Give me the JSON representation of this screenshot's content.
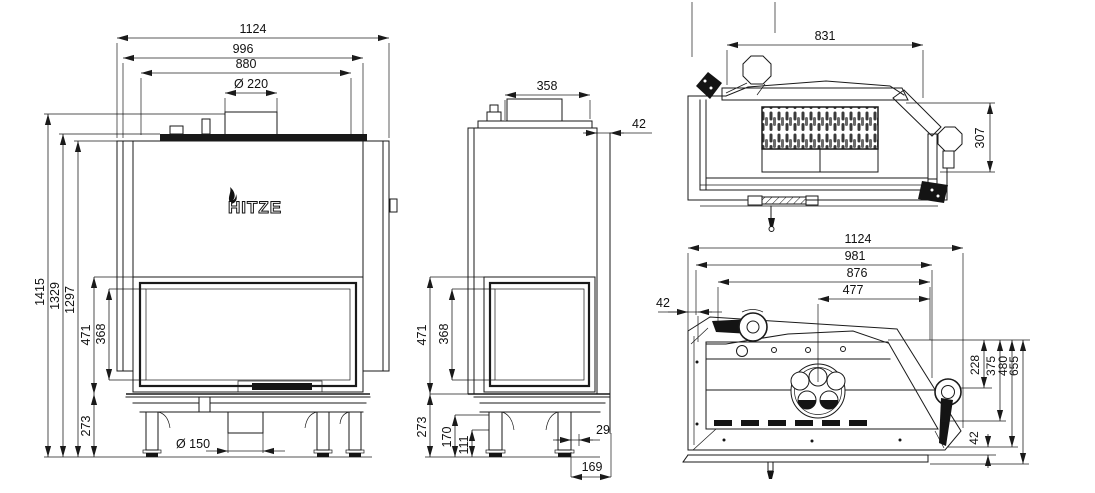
{
  "brand": {
    "logo_text": "HITZE"
  },
  "dims": {
    "front": {
      "overall_width": "1124",
      "body_width": "996",
      "firebox_width": "880",
      "flue_diameter": "Ø 220",
      "overall_height": "1415",
      "height_no_collar": "1329",
      "body_height": "1297",
      "door_frame_height": "471",
      "glass_height": "368",
      "base_height": "273",
      "air_inlet_diameter": "Ø 150"
    },
    "side": {
      "top_depth": "358",
      "rear_offset": "42",
      "door_frame_height": "471",
      "glass_height": "368",
      "base_height": "273",
      "leg_height": "170",
      "leg_clearance": "111",
      "rear_leg_offset": "29",
      "rear_foot_depth": "169"
    },
    "top": {
      "glass_width": "831",
      "corner_depth": "307"
    },
    "rear": {
      "overall_width": "1124",
      "body_width": "981",
      "casing_width": "876",
      "flue_center_offset": "477",
      "front_offset": "42",
      "port_center_height": "228",
      "casing_height": "375",
      "flange_height": "480",
      "overall_height": "655",
      "base_offset": "42"
    }
  }
}
